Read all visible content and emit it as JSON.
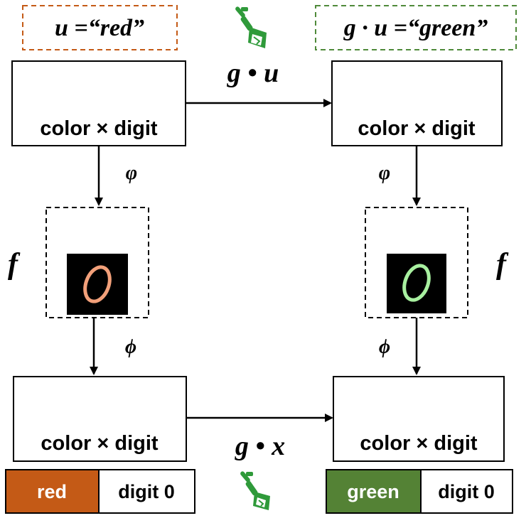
{
  "top_left": {
    "label": "u =“red”",
    "border_color": "#c45a16"
  },
  "top_right": {
    "label": "g · u =“green”",
    "border_color": "#4f8a3a"
  },
  "box_label": "color × digit",
  "arrows": {
    "top_action": "g • u",
    "bottom_action": "g • x",
    "encode_left": "φ",
    "encode_right": "φ",
    "decode_left": "ϕ",
    "decode_right": "ϕ",
    "f_left": "f",
    "f_right": "f"
  },
  "bottom_left_swatch": {
    "color_label": "red",
    "digit_label": "digit 0",
    "color": "#c45a16"
  },
  "bottom_right_swatch": {
    "color_label": "green",
    "digit_label": "digit 0",
    "color": "#548235"
  },
  "icons": {
    "paint_brush_color": "#2f9a3a",
    "digit_left_stroke": "#f2a07a",
    "digit_right_stroke": "#a8f0a0"
  }
}
